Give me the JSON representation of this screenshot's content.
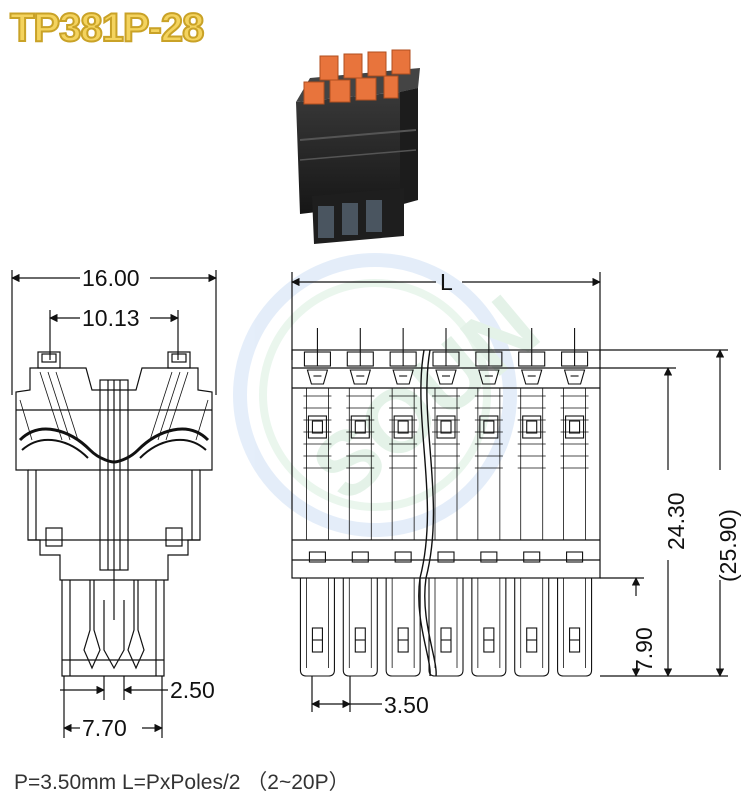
{
  "title": "TP381P-28",
  "footer": "P=3.50mm L=PxPoles/2 （2~20P）",
  "dimensions": {
    "overall_width": "16.00",
    "inner_width": "10.13",
    "length": "L",
    "height_total": "(25.90)",
    "height_body": "24.30",
    "pin_length": "7.90",
    "pitch": "3.50",
    "pin_spacing": "2.50",
    "base_width": "7.70"
  },
  "watermark_text": "SOUN",
  "colors": {
    "title_fill": "#f4d35e",
    "title_stroke": "#c9a227",
    "housing": "#2a2a2a",
    "levers": "#e8743c",
    "watermark": "#cfe0f5"
  },
  "pole_count": 7
}
